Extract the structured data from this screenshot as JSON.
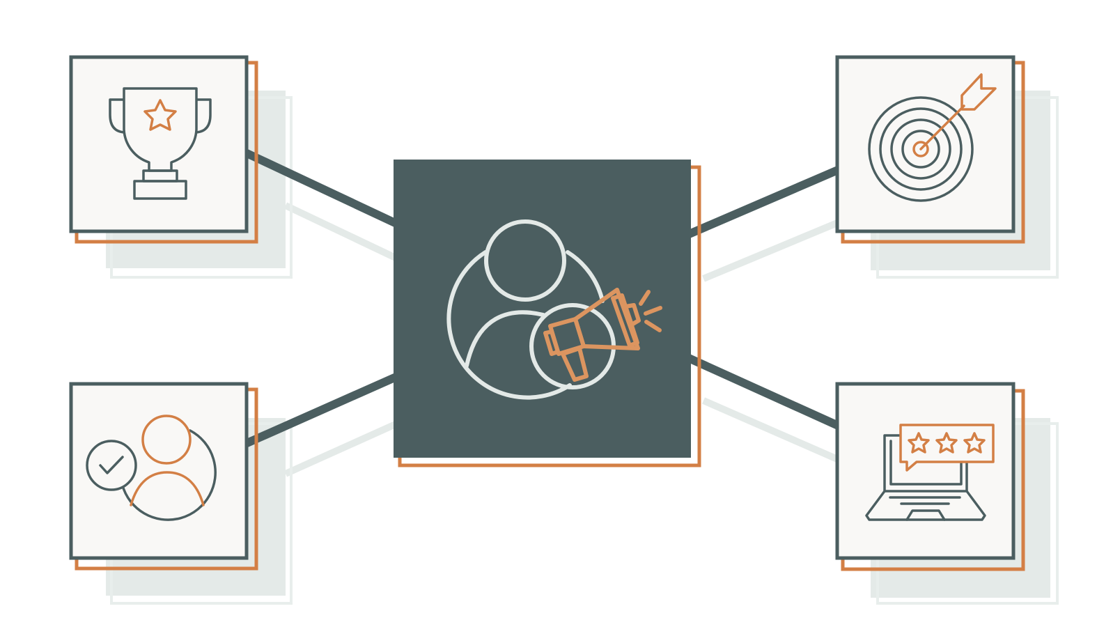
{
  "colors": {
    "background": "#ffffff",
    "slate": "#4b5e60",
    "orange": "#d37f45",
    "tan": "#dc9560",
    "card_fill": "#f9f8f6",
    "shadow": "#e4eae8",
    "center_icon_stroke": "#e3e9e7"
  },
  "nodes": [
    {
      "id": "center",
      "icon": "person-megaphone-icon"
    },
    {
      "id": "top-left",
      "icon": "trophy-star-icon"
    },
    {
      "id": "bottom-left",
      "icon": "verified-user-icon"
    },
    {
      "id": "top-right",
      "icon": "target-arrow-icon"
    },
    {
      "id": "bottom-right",
      "icon": "laptop-star-review-icon"
    }
  ]
}
